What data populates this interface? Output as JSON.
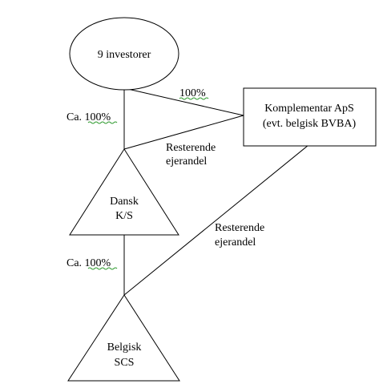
{
  "nodes": {
    "investors": {
      "label": "9 investorer"
    },
    "komplementar": {
      "line1": "Komplementar ApS",
      "line2": "(evt. belgisk BVBA)"
    },
    "dansk": {
      "line1": "Dansk",
      "line2": "K/S"
    },
    "belgisk": {
      "line1": "Belgisk",
      "line2": "SCS"
    }
  },
  "edges": {
    "investors_to_dansk": {
      "label": "Ca. 100%"
    },
    "investors_to_komplementar": {
      "label": "100%"
    },
    "komplementar_to_dansk": {
      "line1": "Resterende",
      "line2": "ejerandel"
    },
    "dansk_to_belgisk": {
      "label": "Ca. 100%"
    },
    "komplementar_to_belgisk": {
      "line1": "Resterende",
      "line2": "ejerandel"
    }
  }
}
